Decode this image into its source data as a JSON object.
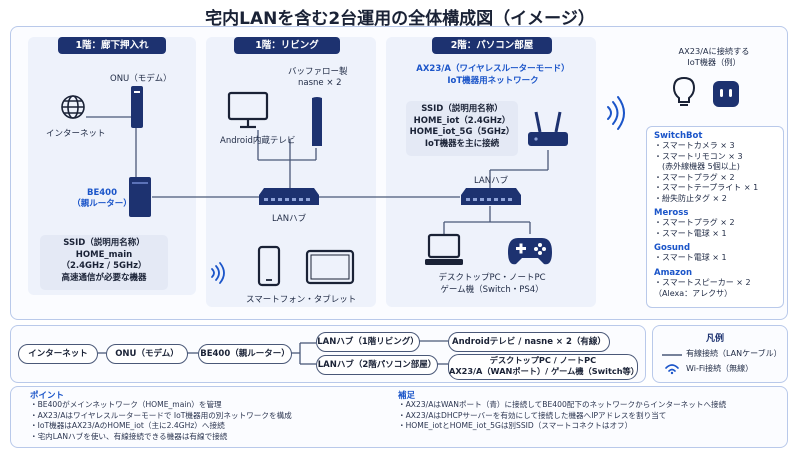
{
  "title": "宅内LANを含む2台運用の全体構成図（イメージ）",
  "zones": {
    "z1": {
      "header": "1階：廊下押入れ"
    },
    "z2": {
      "header": "1階：リビング"
    },
    "z3": {
      "header": "2階：パソコン部屋"
    }
  },
  "devices": {
    "onu": "ONU（モデム）",
    "internet": "インターネット",
    "be400_line1": "BE400",
    "be400_line2": "（親ルーター）",
    "buffalo_line1": "バッファロー製",
    "buffalo_line2": "nasne × 2",
    "android_tv": "Android内蔵テレビ",
    "lan_hub_1f": "LANハブ",
    "phone_tablet": "スマートフォン・タブレット",
    "ax23_line1": "AX23/A（ワイヤレスルーターモード）",
    "ax23_line2": "IoT機器用ネットワーク",
    "lan_hub_2f": "LANハブ",
    "pc_line1": "デスクトップPC・ノートPC",
    "pc_line2": "ゲーム機（Switch・PS4）"
  },
  "ssid_main": [
    "SSID（説明用名称）",
    "HOME_main",
    "（2.4GHz / 5GHz）",
    "高速通信が必要な機器"
  ],
  "ssid_iot": [
    "SSID（説明用名称）",
    "HOME_iot（2.4GHz）",
    "HOME_iot_5G（5GHz）",
    "IoT機器を主に接続"
  ],
  "iot": {
    "caption_line1": "AX23/Aに接続する",
    "caption_line2": "IoT機器（例）",
    "switchbot": {
      "name": "SwitchBot",
      "items": [
        "・スマートカメラ × 3",
        "・スマートリモコン × 3",
        "　(赤外線機器 5個以上)",
        "・スマートプラグ × 2",
        "・スマートテープライト × 1",
        "・紛失防止タグ × 2"
      ]
    },
    "meross": {
      "name": "Meross",
      "items": [
        "・スマートプラグ × 2",
        "・スマート電球 × 1"
      ]
    },
    "gosund": {
      "name": "Gosund",
      "items": [
        "・スマート電球 × 1"
      ]
    },
    "amazon": {
      "name": "Amazon",
      "items": [
        "・スマートスピーカー × 2",
        "（Alexa：アレクサ）"
      ]
    }
  },
  "flow": {
    "internet": "インターネット",
    "onu": "ONU（モデム）",
    "be400": "BE400（親ルーター）",
    "hub1": "LANハブ（1階リビング）",
    "hub1_target": "Androidテレビ / nasne × 2（有線）",
    "hub2": "LANハブ（2階パソコン部屋）",
    "hub2_target_line1": "デスクトップPC / ノートPC",
    "hub2_target_line2": "AX23/A（WANポート）/ ゲーム機（Switch等）"
  },
  "legend": {
    "title": "凡例",
    "wired": "有線接続（LANケーブル）",
    "wifi": "Wi-Fi接続（無線）"
  },
  "points": {
    "title": "ポイント",
    "items": [
      "・BE400がメインネットワーク（HOME_main）を管理",
      "・AX23/Aはワイヤレスルーターモードで IoT機器用の別ネットワークを構成",
      "・IoT機器はAX23/AのHOME_iot（主に2.4GHz）へ接続",
      "・宅内LANハブを使い、有線接続できる機器は有線で接続"
    ]
  },
  "supplement": {
    "title": "補足",
    "items": [
      "・AX23/AはWANポート（青）に接続してBE400配下のネットワークからインターネットへ接続",
      "・AX23/AはDHCPサーバーを有効にして接続した機器へIPアドレスを割り当て",
      "・HOME_iotとHOME_iot_5Gは別SSID（スマートコネクトはオフ）"
    ]
  },
  "colors": {
    "navy": "#1d3270",
    "accent_blue": "#1b55c9",
    "panel_border": "#b9c9ea",
    "zone_bg": "#eef2fb"
  }
}
